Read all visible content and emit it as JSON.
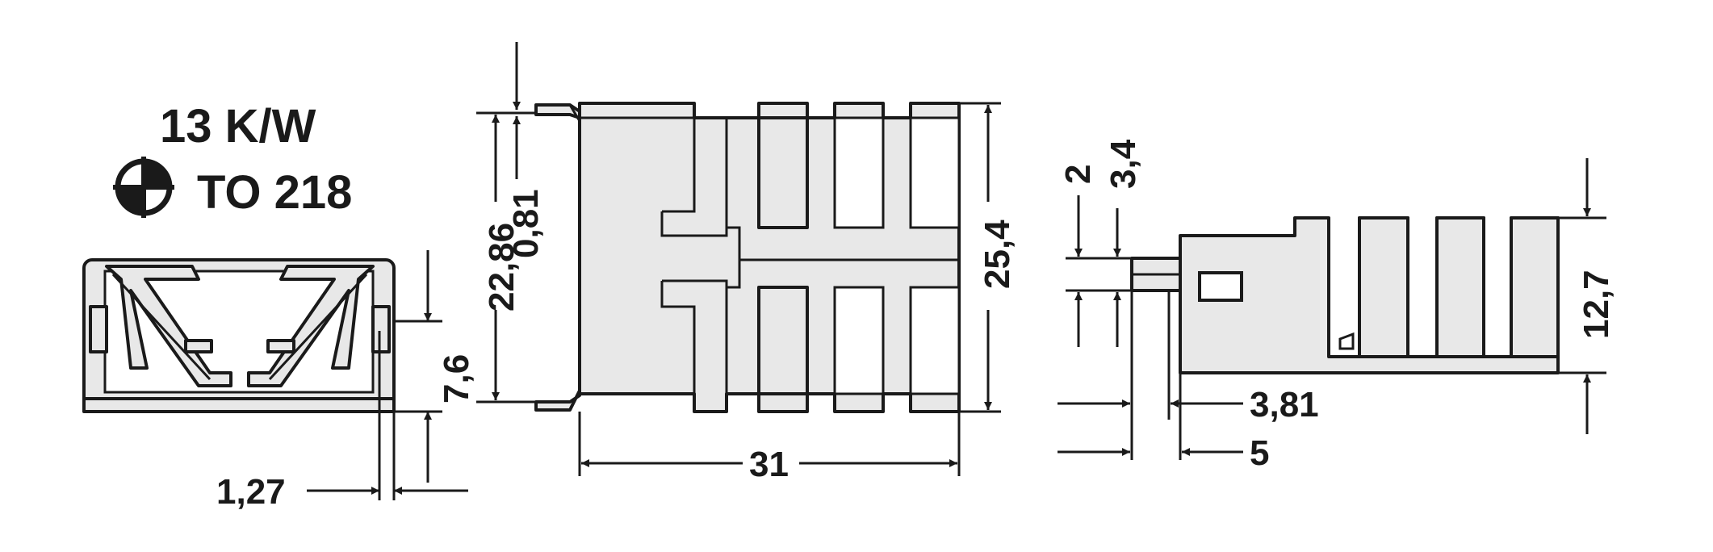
{
  "header": {
    "rating": "13 K/W",
    "package": "TO 218",
    "package_symbol_icon": "quadrant-cross-icon"
  },
  "side_view": {
    "dim_height": "7,6",
    "dim_clip_thickness": "1,27"
  },
  "front_view": {
    "dim_width": "31",
    "dim_height": "25,4",
    "dim_pin_spacing": "22,86",
    "dim_pin_thickness": "0,81"
  },
  "end_view": {
    "dim_height": "12,7",
    "dim_pin_width": "2",
    "dim_pin_offset": "3,4",
    "dim_pin_gap": "3,81",
    "dim_pin_length": "5"
  },
  "colors": {
    "part_fill": "#e8e8e8",
    "line": "#1a1a1a"
  }
}
